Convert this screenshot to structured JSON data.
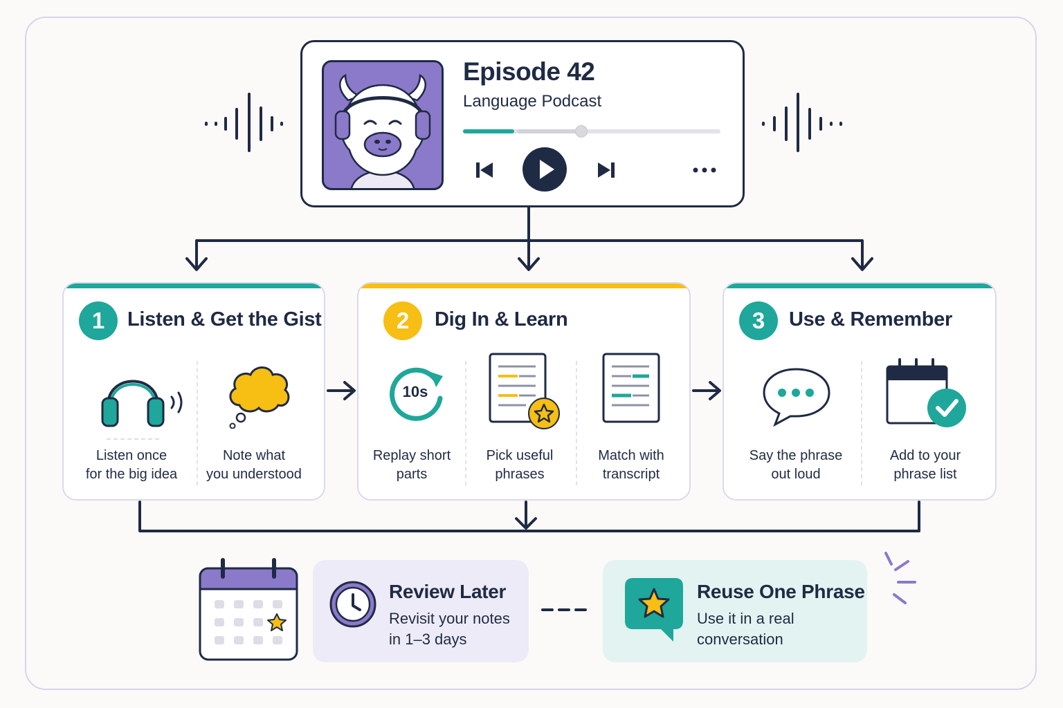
{
  "player": {
    "episode_title": "Episode 42",
    "podcast_name": "Language Podcast",
    "progress": 0.2,
    "controls": {
      "previous_icon": "skip-previous-icon",
      "play_icon": "play-icon",
      "next_icon": "skip-next-icon",
      "more_icon": "more-horizontal-icon"
    },
    "cover_icon": "bison-headphones-mascot"
  },
  "stages": [
    {
      "number": "1",
      "title": "Listen & Get the Gist",
      "accent": "#1ea79a",
      "steps": [
        {
          "icon": "headphones-icon",
          "line1": "Listen once",
          "line2": "for the big idea"
        },
        {
          "icon": "thought-bubble-icon",
          "line1": "Note what",
          "line2": "you understood"
        }
      ]
    },
    {
      "number": "2",
      "title": "Dig In & Learn",
      "accent": "#f7be13",
      "steps": [
        {
          "icon": "replay-10s-icon",
          "icon_text": "10s",
          "line1": "Replay short",
          "line2": "parts"
        },
        {
          "icon": "notes-star-icon",
          "line1": "Pick useful",
          "line2": "phrases"
        },
        {
          "icon": "transcript-icon",
          "line1": "Match with",
          "line2": "transcript"
        }
      ]
    },
    {
      "number": "3",
      "title": "Use & Remember",
      "accent": "#1ea79a",
      "steps": [
        {
          "icon": "speech-bubble-icon",
          "line1": "Say the phrase",
          "line2": "out loud"
        },
        {
          "icon": "calendar-check-icon",
          "line1": "Add to your",
          "line2": "phrase list"
        }
      ]
    }
  ],
  "followups": {
    "review": {
      "icon": "clock-icon",
      "title": "Review Later",
      "line1": "Revisit your notes",
      "line2": "in 1–3 days"
    },
    "reuse": {
      "icon": "star-chat-icon",
      "title": "Reuse One Phrase",
      "line1": "Use it in a real",
      "line2": "conversation"
    },
    "calendar_icon": "calendar-star-icon"
  },
  "colors": {
    "navy": "#1f2a44",
    "teal": "#1ea79a",
    "yellow": "#f7be13",
    "purple": "#8b79c9",
    "lavender": "#edebf7",
    "mint": "#e3f3f1"
  }
}
